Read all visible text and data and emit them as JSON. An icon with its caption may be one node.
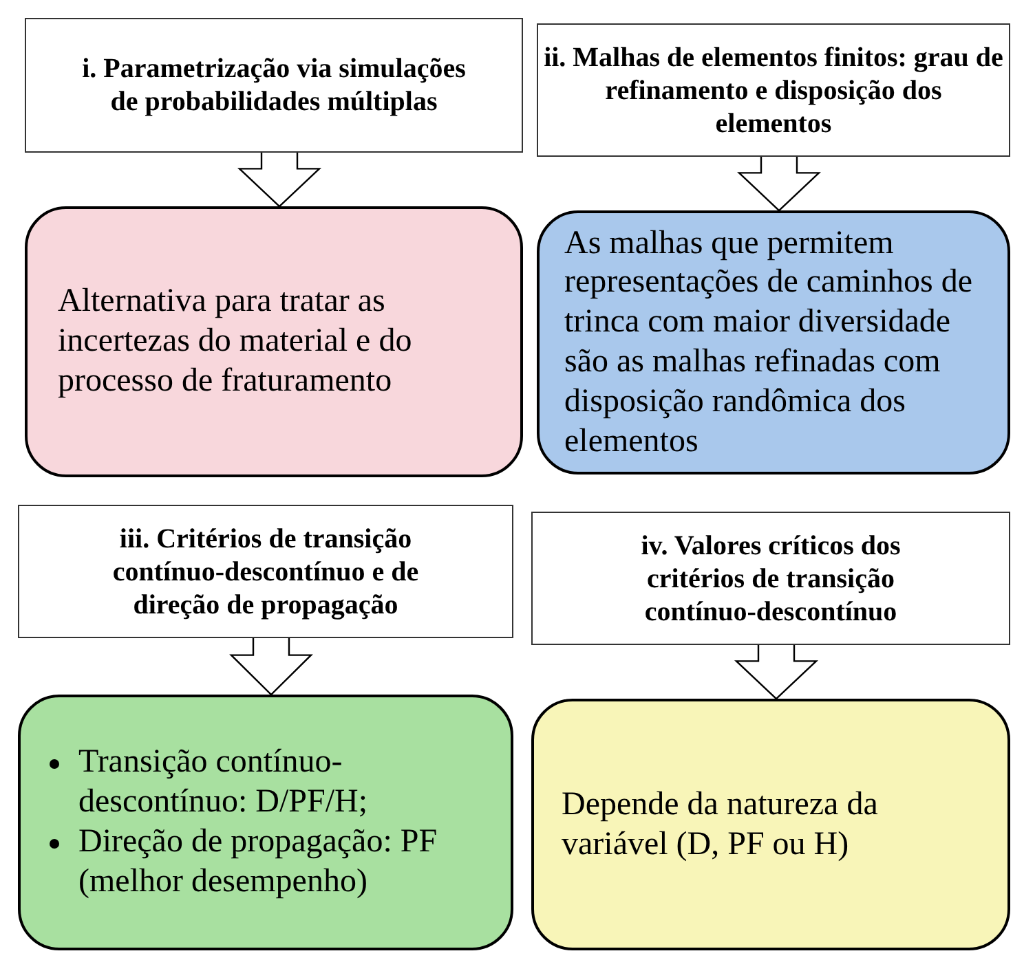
{
  "diagram": {
    "nodes": [
      {
        "text": [
          "i. Parametrização via simulações de probabilidades múltiplas"
        ]
      },
      {
        "text": [
          "Alternativa para tratar as incertezas do material e do processo de fraturamento"
        ]
      },
      {
        "text": [
          "ii. Malhas de elementos finitos: grau de refinamento e disposição dos elementos"
        ]
      },
      {
        "text": [
          "As malhas que permitem representações de caminhos de trinca com maior diversidade são as malhas refinadas com disposição randômica dos elementos"
        ]
      },
      {
        "text": [
          "iii. Critérios de transição contínuo-descontínuo e de direção de propagação"
        ]
      },
      {
        "text": [
          "Transição contínuo-descontínuo: D/PF/H;",
          "Direção de propagação: PF (melhor desempenho)"
        ]
      },
      {
        "text": [
          "iv. Valores críticos dos critérios de transição contínuo-descontínuo"
        ]
      },
      {
        "text": [
          "Depende da natureza da variável (D, PF ou H)"
        ]
      }
    ],
    "edges": [
      {
        "from": 0,
        "to": 1,
        "arrow": "to"
      },
      {
        "from": 2,
        "to": 3,
        "arrow": "to"
      },
      {
        "from": 4,
        "to": 5,
        "arrow": "to"
      },
      {
        "from": 6,
        "to": 7,
        "arrow": "to"
      }
    ]
  }
}
